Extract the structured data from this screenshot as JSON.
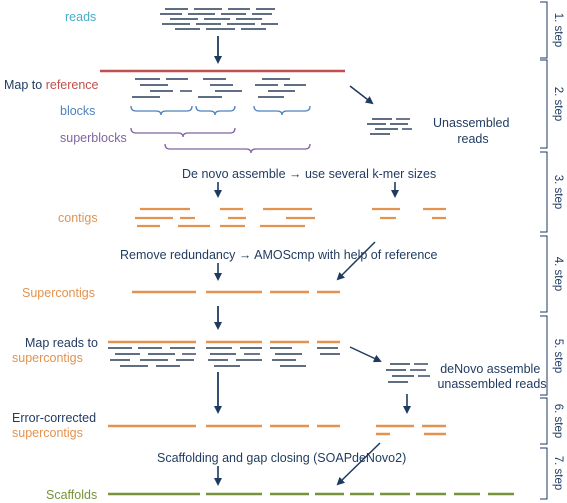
{
  "colors": {
    "navy": "#1f3a5f",
    "read": "#2c3e5c",
    "reference": "#c0504d",
    "blocks": "#4f81bd",
    "superblocks": "#8064a2",
    "contigs": "#e3934f",
    "scaffolds": "#77933c",
    "reads_label": "#4bacc6"
  },
  "labels": {
    "reads": "reads",
    "map_to": "Map to",
    "reference": "reference",
    "blocks": "blocks",
    "superblocks": "superblocks",
    "unassembled_reads_1": "Unassembled",
    "unassembled_reads_2": "reads",
    "denovo": "De novo assemble → use several k-mer sizes",
    "contigs": "contigs",
    "remove_redundancy": "Remove redundancy → AMOScmp with help of reference",
    "supercontigs": "Supercontigs",
    "map_reads_to": "Map reads to",
    "supercontigs_lower": "supercontigs",
    "denovo2_1": "deNovo assemble",
    "denovo2_2": "unassembled reads",
    "error_corrected": "Error-corrected",
    "supercontigs_lower2": "supercontigs",
    "scaffolding": "Scaffolding and gap closing (SOAPdeNovo2)",
    "scaffolds": "Scaffolds"
  },
  "steps": [
    "1. step",
    "2. step",
    "3. step",
    "4. step",
    "5. step",
    "6. step",
    "7. step"
  ]
}
